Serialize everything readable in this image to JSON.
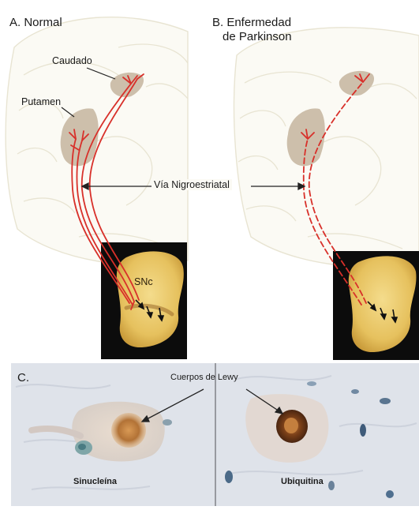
{
  "panels": {
    "a_title": "A. Normal",
    "b_title_line1": "B. Enfermedad",
    "b_title_line2": "de Parkinson",
    "c_title": "C."
  },
  "labels": {
    "caudado": "Caudado",
    "putamen": "Putamen",
    "via": "Vía Nigroestriatal",
    "snc": "SNc",
    "cuerpos_lewy": "Cuerpos de Lewy",
    "sinucleina": "Sinucleína",
    "ubiquitina": "Ubiquitina"
  },
  "colors": {
    "pathway_red": "#d8302a",
    "brain_outline": "#e6e2d0",
    "basal_ganglia": "#c9bba7",
    "nigra_tissue": "#e9c96a",
    "histology_bg": "#dfe3ea",
    "lewy_body_brown": "#a5652b"
  }
}
